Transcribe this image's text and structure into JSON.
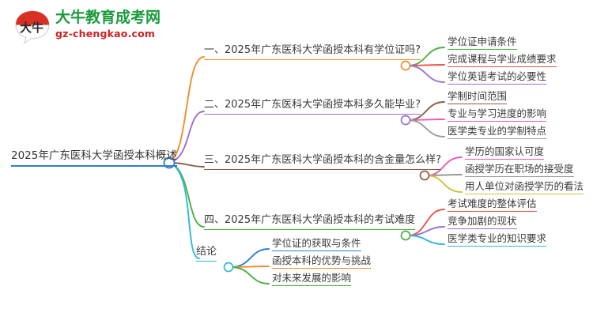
{
  "logo": {
    "mark_label": "大牛",
    "name_cn": "大牛教育成考网",
    "name_en": "gz-chengkao.com",
    "colors": {
      "cn": "#1a9a3c",
      "en": "#cc2222",
      "mark_red": "#d93025"
    }
  },
  "mindmap": {
    "root": {
      "label": "2025年广东医科大学函授本科概述",
      "underline_color": "#2f7fd0",
      "node_color": "#2f7fd0"
    },
    "branches": [
      {
        "label": "一、2025年广东医科大学函授本科有学位证吗?",
        "color": "#ef8e2c",
        "underline_color": "#ef8e2c",
        "children": [
          {
            "label": "学位证申请条件",
            "color": "#4caf3f"
          },
          {
            "label": "完成课程与学业成绩要求",
            "color": "#e8564a"
          },
          {
            "label": "学位英语考试的必要性",
            "color": "#9b6fd1"
          }
        ]
      },
      {
        "label": "二、2025年广东医科大学函授本科多久能毕业?",
        "color": "#9b6fd1",
        "underline_color": "#9b6fd1",
        "children": [
          {
            "label": "学制时间范围",
            "color": "#8d5a45"
          },
          {
            "label": "专业与学习进度的影响",
            "color": "#ef5ab0"
          },
          {
            "label": "医学类专业的学制特点",
            "color": "#9a9a9a"
          }
        ]
      },
      {
        "label": "三、2025年广东医科大学函授本科的含金量怎么样?",
        "color": "#8d5a45",
        "underline_color": "#8d5a45",
        "children": [
          {
            "label": "学历的国家认可度",
            "color": "#ef5ab0"
          },
          {
            "label": "函授学历在职场的接受度",
            "color": "#9a9a9a"
          },
          {
            "label": "用人单位对函授学历的看法",
            "color": "#c9c23a"
          }
        ]
      },
      {
        "label": "四、2025年广东医科大学函授本科的考试难度",
        "color": "#4caf3f",
        "underline_color": "#4caf3f",
        "children": [
          {
            "label": "考试难度的整体评估",
            "color": "#e8564a"
          },
          {
            "label": "竞争加剧的现状",
            "color": "#9b6fd1"
          },
          {
            "label": "医学类专业的知识要求",
            "color": "#33b7d4"
          }
        ]
      },
      {
        "label": "结论",
        "color": "#33b7d4",
        "underline_color": "#33b7d4",
        "children": [
          {
            "label": "学位证的获取与条件",
            "color": "#2f7fd0"
          },
          {
            "label": "函授本科的优势与挑战",
            "color": "#ef8e2c"
          },
          {
            "label": "对未来发展的影响",
            "color": "#4caf3f"
          }
        ]
      }
    ]
  }
}
